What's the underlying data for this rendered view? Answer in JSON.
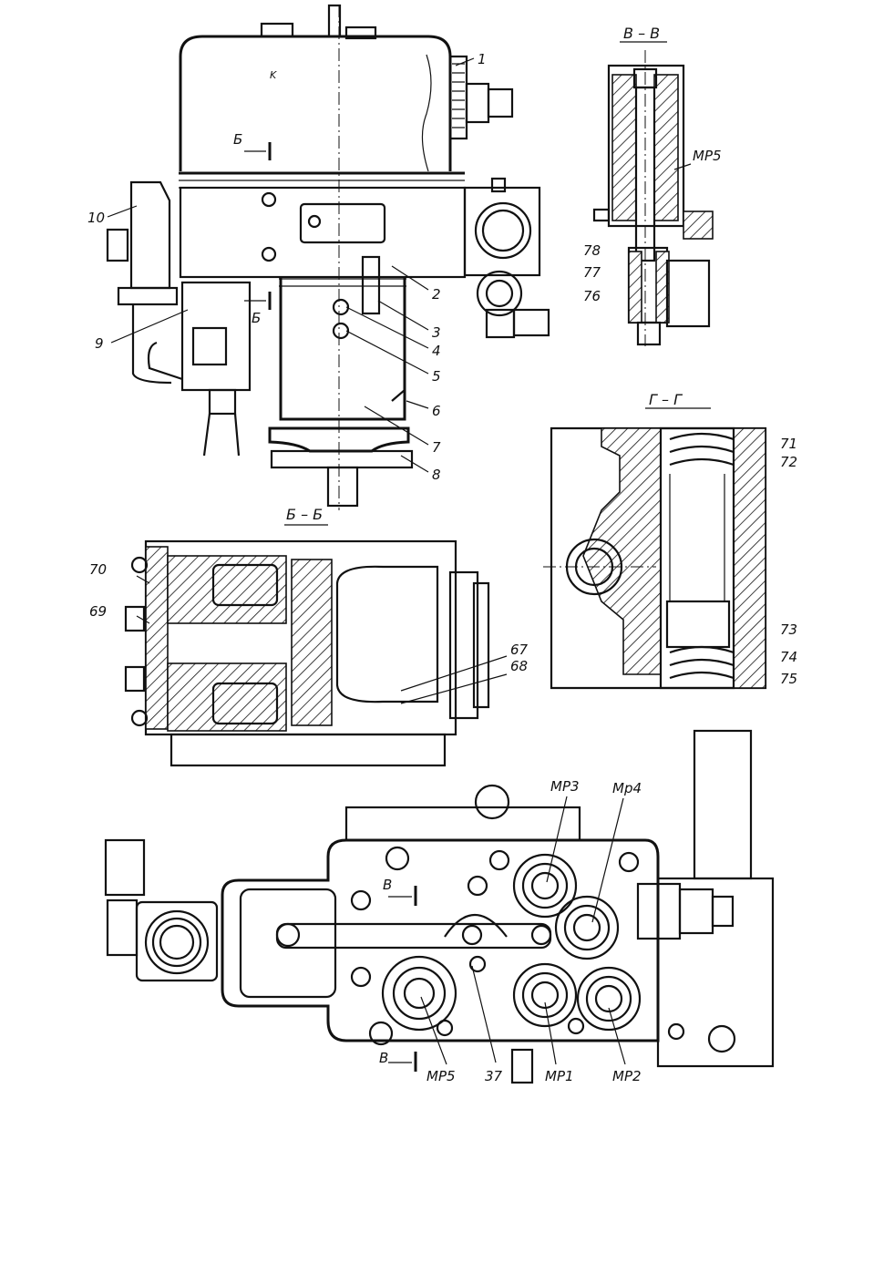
{
  "views": {
    "side": {
      "numbered_labels": [
        "1",
        "2",
        "3",
        "4",
        "5",
        "6",
        "7",
        "8",
        "9",
        "10"
      ],
      "section_mark": "Б",
      "small_mark": "K"
    },
    "section_vv": {
      "title": "В – В",
      "labels": [
        "МР5",
        "78",
        "77",
        "76"
      ]
    },
    "section_gg": {
      "title": "Г – Г",
      "labels": [
        "71",
        "72",
        "73",
        "74",
        "75"
      ]
    },
    "section_bb": {
      "title": "Б – Б",
      "labels": [
        "70",
        "69",
        "67",
        "68"
      ]
    },
    "plan": {
      "labels": [
        "МР3",
        "Мр4",
        "МР5",
        "37",
        "МР1",
        "МР2"
      ],
      "section_mark": "В"
    }
  }
}
